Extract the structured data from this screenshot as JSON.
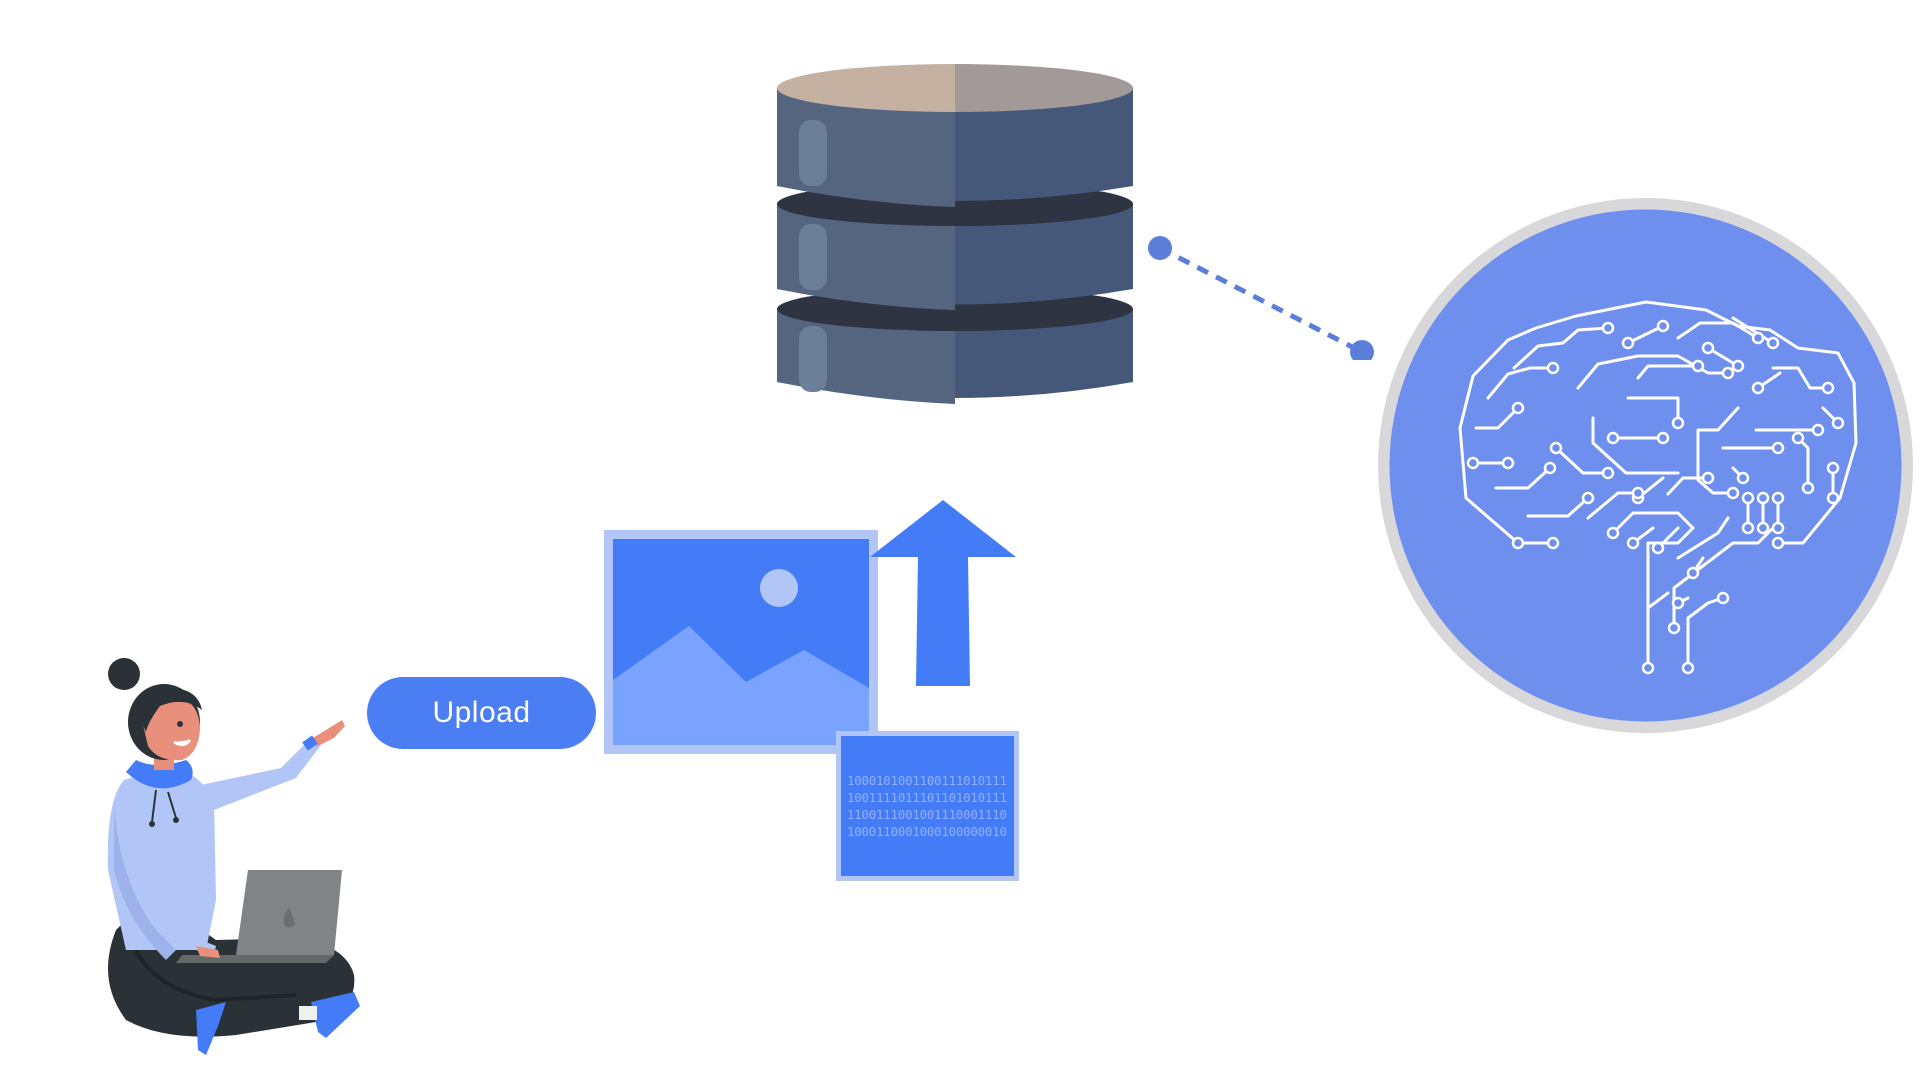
{
  "upload_button": {
    "label": "Upload"
  },
  "binary_card": {
    "lines": [
      "1000101001100111010111",
      "1001111011101101010111",
      "1100111001001110001110",
      "1000110001000100000010"
    ]
  },
  "icons": {
    "database": "database-icon",
    "brain": "circuit-brain-icon",
    "image": "image-icon",
    "arrow": "upload-arrow-icon",
    "person": "person-with-laptop-illustration"
  },
  "colors": {
    "accent_blue": "#437cf6",
    "light_blue": "#b1c6f7",
    "brain_blue": "#6f8fef",
    "database_dark": "#44546f",
    "database_top": "#c4b1a2",
    "connector": "#5b7fd8"
  }
}
